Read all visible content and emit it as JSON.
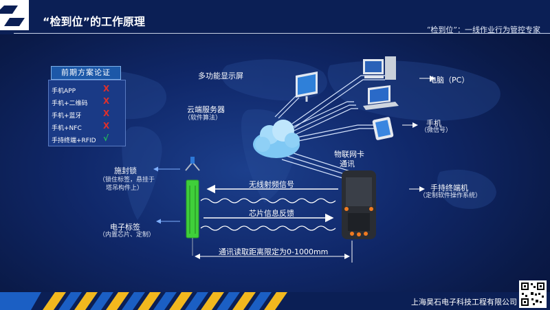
{
  "header": {
    "title": "“检到位”的工作原理",
    "subtitle": "“检到位”：一线作业行为管控专家"
  },
  "scheme_panel": {
    "title": "前期方案论证",
    "options": [
      {
        "label": "手机APP",
        "mark": "X",
        "result": "rejected"
      },
      {
        "label": "手机+二维码",
        "mark": "X",
        "result": "rejected"
      },
      {
        "label": "手机+蓝牙",
        "mark": "X",
        "result": "rejected"
      },
      {
        "label": "手机+NFC",
        "mark": "X",
        "result": "rejected"
      },
      {
        "label": "手持终端+RFID",
        "mark": "√",
        "result": "selected"
      }
    ]
  },
  "diagram": {
    "display": "多功能显示屏",
    "cloud": {
      "label": "云端服务器",
      "sub": "（软件算法）"
    },
    "pc": "电脑（PC）",
    "phone": {
      "label": "手机",
      "sub": "（微信号）"
    },
    "iot": {
      "line1": "物联网卡",
      "line2": "通讯"
    },
    "terminal": {
      "label": "手持终端机",
      "sub": "（定制软件操作系统）"
    },
    "seal": {
      "label": "施封锁",
      "sub1": "（锁住标签，悬挂于",
      "sub2": "塔吊构件上）"
    },
    "tag": {
      "label": "电子标签",
      "sub": "（内置芯片、定制）"
    },
    "signal_rf": "无线射频信号",
    "signal_feedback": "芯片信息反馈",
    "distance": "通讯读取距离限定为0-1000mm"
  },
  "footer": {
    "company": "上海昊石电子科技工程有限公司"
  },
  "colors": {
    "background": "#10286a",
    "header": "#0b1f55",
    "reject": "#e0302a",
    "accept": "#22c25a",
    "stripe_yellow": "#f2b81e",
    "stripe_blue": "#1b5fc4",
    "tag_green": "#3fcf3a"
  }
}
